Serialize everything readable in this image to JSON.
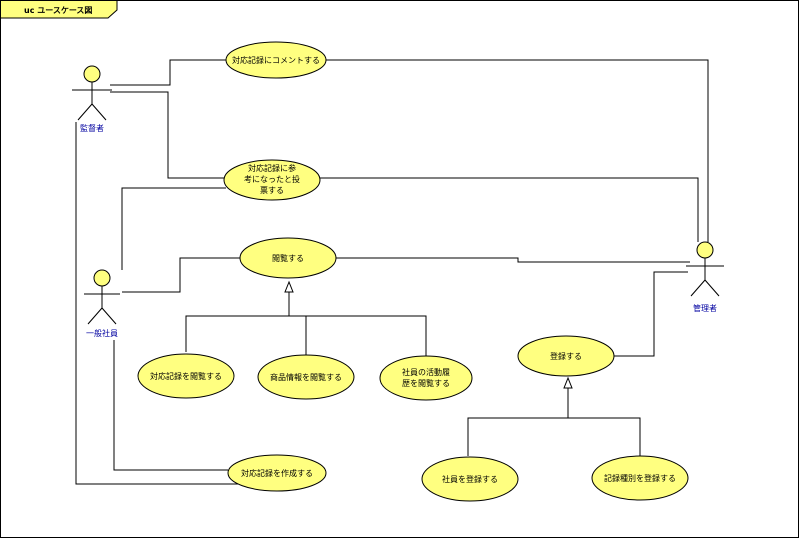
{
  "diagram": {
    "frame_label": "uc ユースケース図",
    "colors": {
      "usecase_fill": "#ffff80",
      "actor_fill": "#ffff80",
      "line": "#000000",
      "actor_label": "#0000a0",
      "frame_border": "#000000"
    },
    "actors": [
      {
        "id": "supervisor",
        "label": "監督者"
      },
      {
        "id": "employee",
        "label": "一般社員"
      },
      {
        "id": "admin",
        "label": "管理者"
      }
    ],
    "usecases": [
      {
        "id": "comment",
        "lines": [
          "対応記録にコメントする"
        ]
      },
      {
        "id": "vote",
        "lines": [
          "対応記録に参",
          "考になったと投",
          "票する"
        ]
      },
      {
        "id": "browse",
        "lines": [
          "閲覧する"
        ]
      },
      {
        "id": "browse-record",
        "lines": [
          "対応記録を閲覧する"
        ]
      },
      {
        "id": "browse-product",
        "lines": [
          "商品情報を閲覧する"
        ]
      },
      {
        "id": "browse-history",
        "lines": [
          "社員の活動履",
          "歴を閲覧する"
        ]
      },
      {
        "id": "register",
        "lines": [
          "登録する"
        ]
      },
      {
        "id": "create-record",
        "lines": [
          "対応記録を作成する"
        ]
      },
      {
        "id": "register-employee",
        "lines": [
          "社員を登録する"
        ]
      },
      {
        "id": "register-category",
        "lines": [
          "記録種別を登録する"
        ]
      }
    ]
  }
}
